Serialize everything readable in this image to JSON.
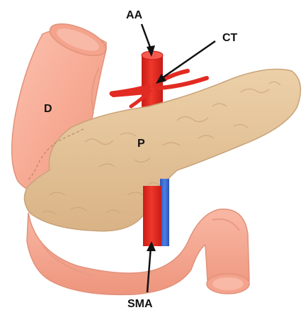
{
  "labels": {
    "aa": "AA",
    "ct": "CT",
    "d": "D",
    "p": "P",
    "sma": "SMA"
  },
  "colors": {
    "duodenum": "#f7ad98",
    "duodenum_stroke": "#e2917a",
    "pancreas": "#e3c095",
    "pancreas_stroke": "#c9a37a",
    "artery": "#e22b22",
    "vein": "#3a69d1",
    "label": "#111111"
  }
}
